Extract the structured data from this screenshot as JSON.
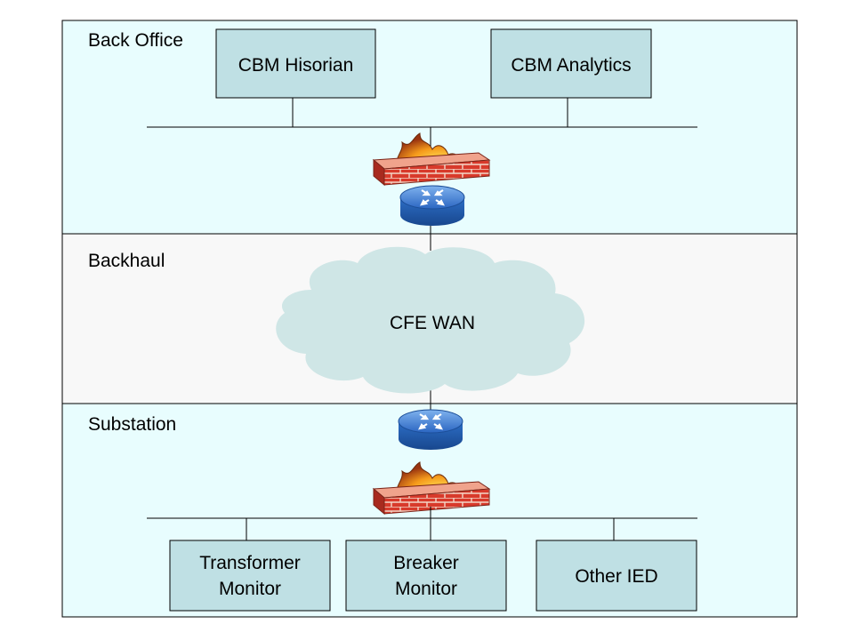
{
  "zones": {
    "back_office": {
      "label": "Back Office",
      "fill": "#e8fdfe"
    },
    "backhaul": {
      "label": "Backhaul",
      "fill": "#f8f8f8"
    },
    "substation": {
      "label": "Substation",
      "fill": "#e8fdfe"
    }
  },
  "boxes": {
    "historian": {
      "label": "CBM Hisorian"
    },
    "analytics": {
      "label": "CBM Analytics"
    },
    "transformer": {
      "line1": "Transformer",
      "line2": "Monitor"
    },
    "breaker": {
      "line1": "Breaker",
      "line2": "Monitor"
    },
    "other_ied": {
      "label": "Other IED"
    }
  },
  "cloud": {
    "label": "CFE WAN",
    "fill": "#cfe6e6"
  },
  "icons": {
    "firewall": "firewall-icon",
    "router": "router-icon"
  },
  "colors": {
    "box_fill": "#bfe0e4",
    "border": "#000000",
    "router_blue": "#2f6fc0",
    "brick_red": "#d23a2a"
  }
}
